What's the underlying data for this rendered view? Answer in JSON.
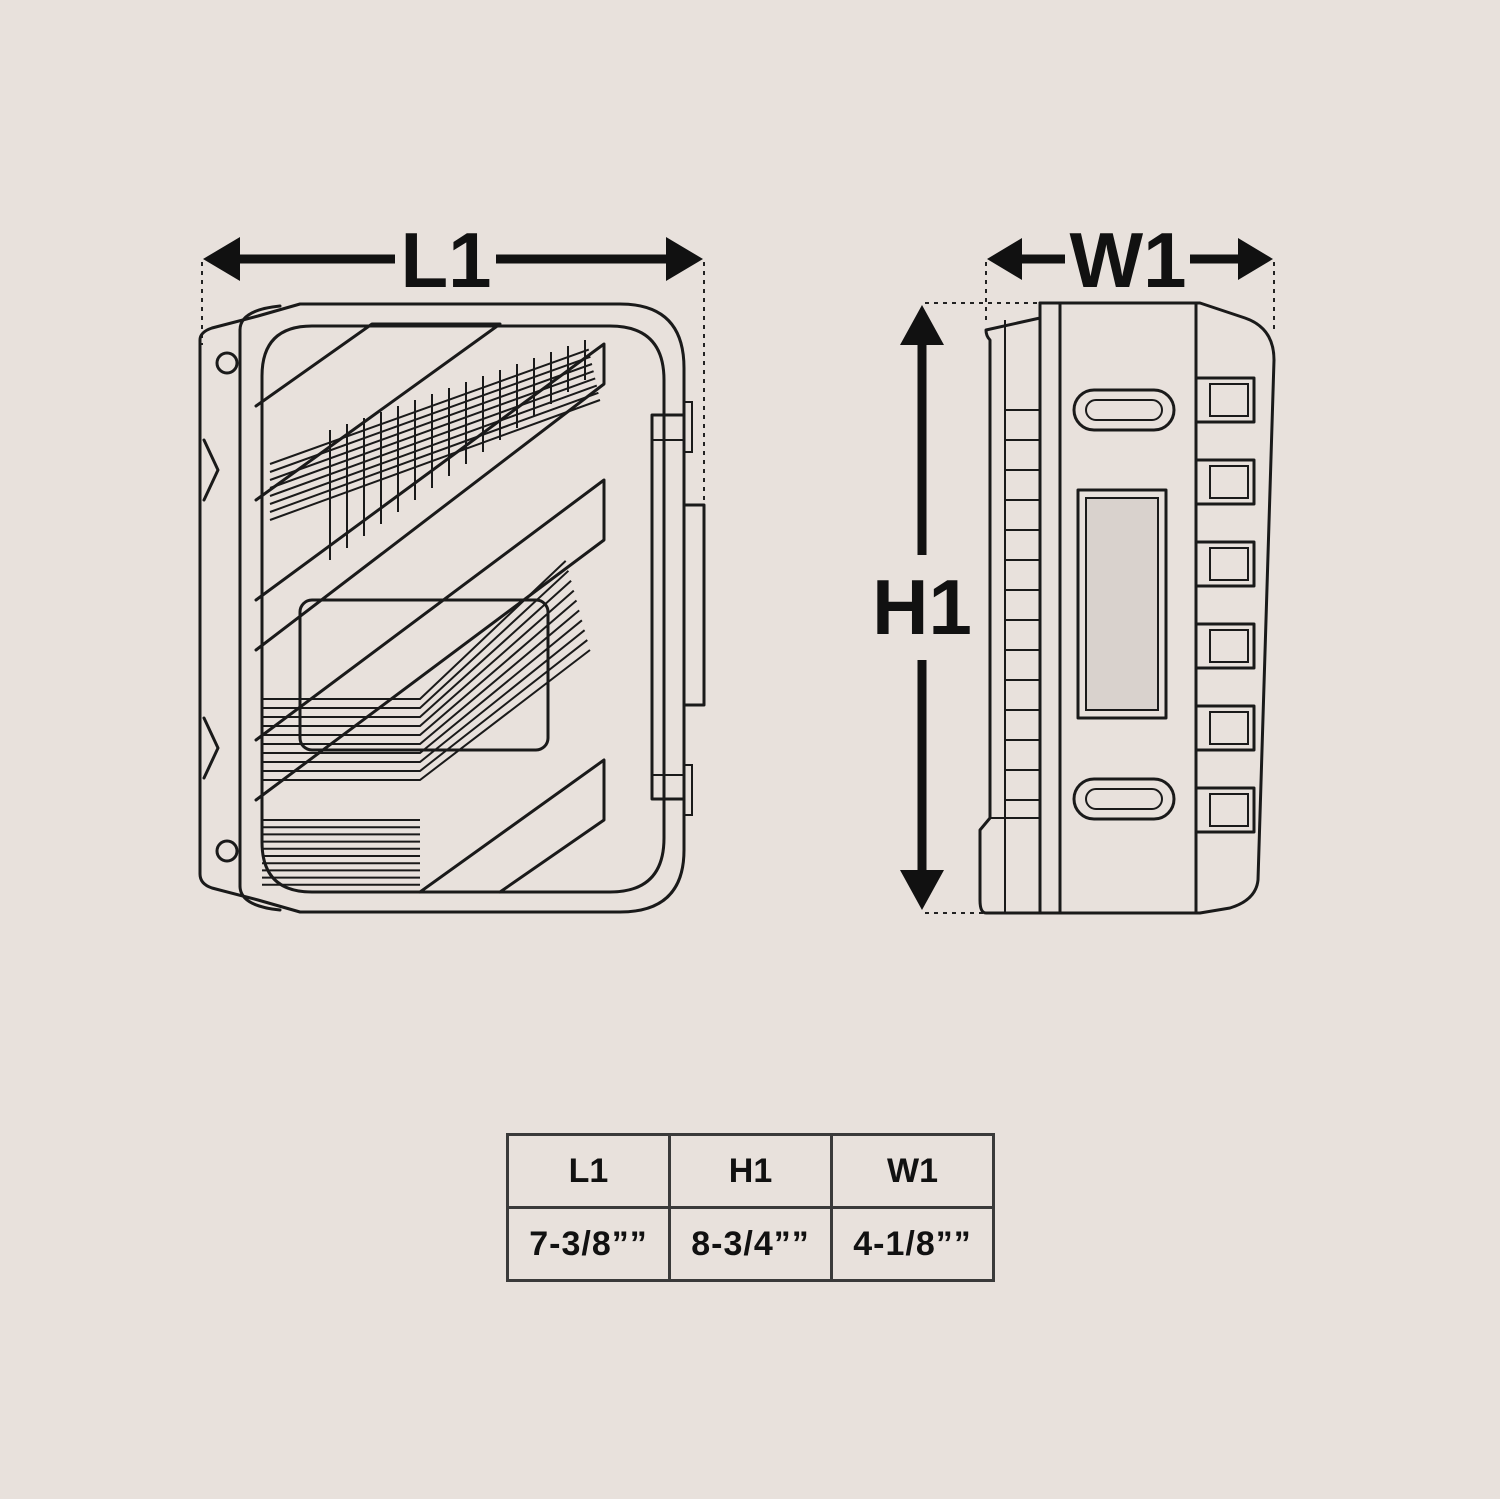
{
  "diagram": {
    "front_view_label": "L1",
    "side_view_width_label": "W1",
    "side_view_height_label": "H1"
  },
  "table": {
    "headers": [
      "L1",
      "H1",
      "W1"
    ],
    "values": [
      "7-3/8””",
      "8-3/4””",
      "4-1/8””"
    ]
  },
  "colors": {
    "background": "#e8e1dc",
    "ink": "#111111"
  }
}
